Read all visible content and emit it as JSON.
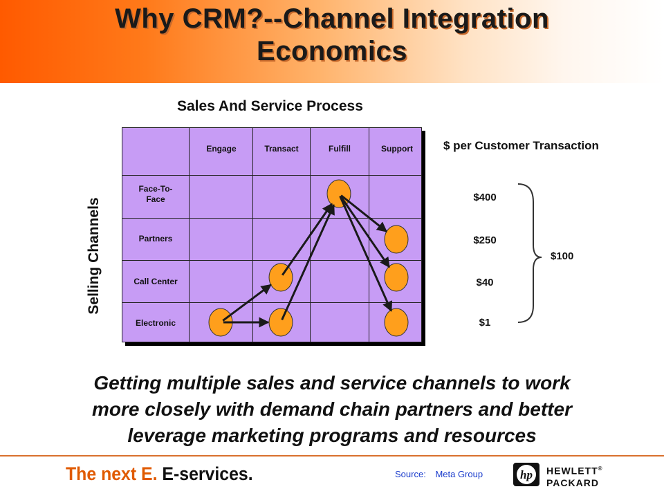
{
  "slide": {
    "title_line1": "Why CRM?--Channel Integration",
    "title_line2": "Economics",
    "section_title": "Sales And Service Process",
    "axis_title": "$ per Customer Transaction",
    "row_axis_label": "Selling Channels",
    "columns": [
      "Engage",
      "Transact",
      "Fulfill",
      "Support"
    ],
    "rows": [
      {
        "line1": "Face-To-",
        "line2": "Face"
      },
      {
        "line1": "Partners",
        "line2": ""
      },
      {
        "line1": "Call Center",
        "line2": ""
      },
      {
        "line1": "Electronic",
        "line2": ""
      }
    ],
    "prices": [
      "$400",
      "$250",
      "$40",
      "$1"
    ],
    "summary_price": "$100",
    "tagline_line1": "Getting multiple sales and service channels to work",
    "tagline_line2": "more closely with demand chain partners and better",
    "tagline_line3": "leverage marketing programs and resources",
    "source_label": "Source:",
    "source_value": "Meta Group",
    "brand_part1": "The next E.",
    "brand_part2": "E-services.",
    "logo_mark": "hp",
    "logo_line1": "HEWLETT",
    "logo_line2": "PACKARD",
    "logo_registered": "®"
  },
  "colors": {
    "header_orange": "#ff5a00",
    "grid_fill": "#c79cf5",
    "node_fill": "#ff9f1c",
    "footer_rule": "#d9702d",
    "source_text": "#1a3ccc"
  },
  "nodes": [
    {
      "channel": "Electronic",
      "stage": "Engage"
    },
    {
      "channel": "Call Center",
      "stage": "Transact"
    },
    {
      "channel": "Electronic",
      "stage": "Transact"
    },
    {
      "channel": "Face-To-Face",
      "stage": "Fulfill"
    },
    {
      "channel": "Partners",
      "stage": "Support"
    },
    {
      "channel": "Call Center",
      "stage": "Support"
    },
    {
      "channel": "Electronic",
      "stage": "Support"
    }
  ],
  "flows": [
    {
      "from": 0,
      "to": 2
    },
    {
      "from": 0,
      "to": 1
    },
    {
      "from": 1,
      "to": 3
    },
    {
      "from": 2,
      "to": 3
    },
    {
      "from": 3,
      "to": 4
    },
    {
      "from": 3,
      "to": 5
    },
    {
      "from": 3,
      "to": 6
    }
  ]
}
